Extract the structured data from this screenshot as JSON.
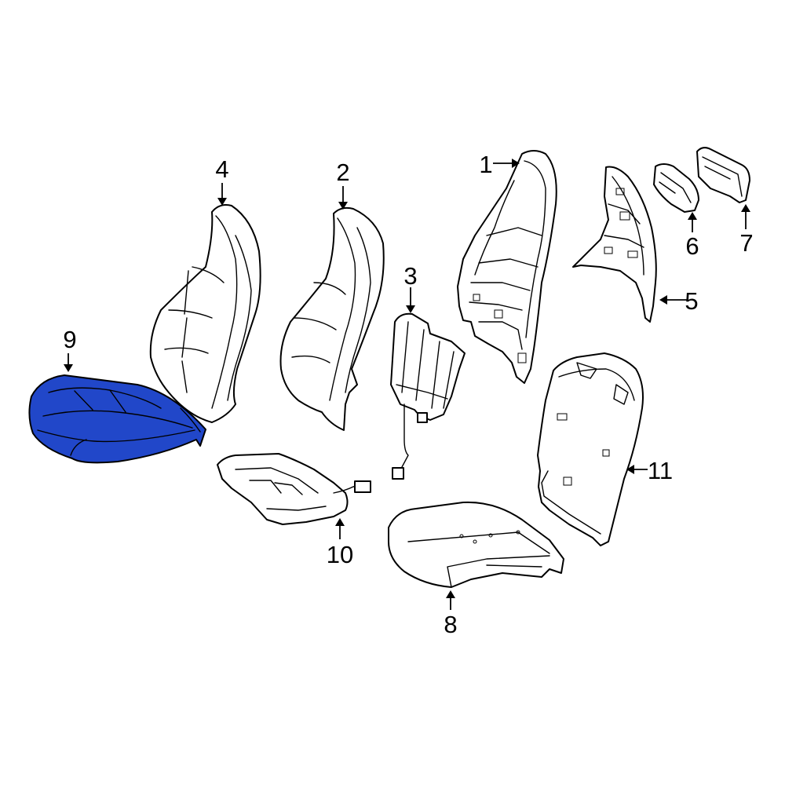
{
  "highlight_color": "#2147c9",
  "callouts": [
    {
      "id": "1",
      "label": "1"
    },
    {
      "id": "2",
      "label": "2"
    },
    {
      "id": "3",
      "label": "3"
    },
    {
      "id": "4",
      "label": "4"
    },
    {
      "id": "5",
      "label": "5"
    },
    {
      "id": "6",
      "label": "6"
    },
    {
      "id": "7",
      "label": "7"
    },
    {
      "id": "8",
      "label": "8"
    },
    {
      "id": "9",
      "label": "9"
    },
    {
      "id": "10",
      "label": "10"
    },
    {
      "id": "11",
      "label": "11"
    }
  ],
  "highlighted_part": "9"
}
